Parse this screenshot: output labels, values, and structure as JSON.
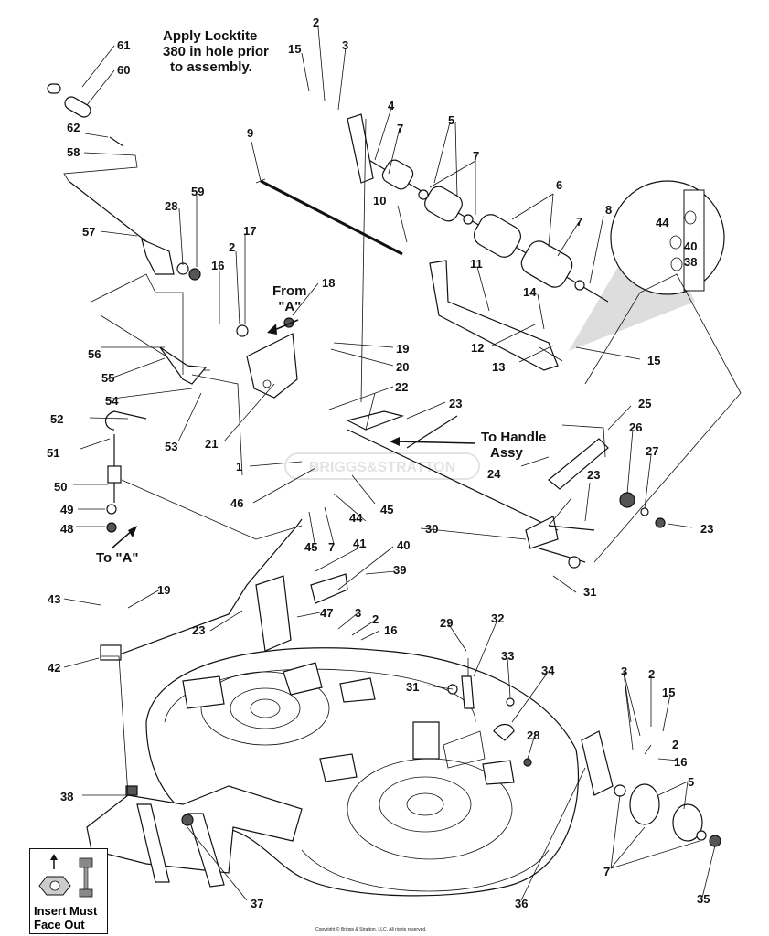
{
  "notes": {
    "locktite": [
      "Apply Locktite",
      "380 in hole prior",
      "to assembly."
    ],
    "from_a": [
      "From",
      "\"A\""
    ],
    "to_a": "To \"A\"",
    "to_handle": [
      "To Handle",
      "Assy"
    ],
    "insert_must": [
      "Insert Must",
      "Face Out"
    ],
    "copyright": "Copyright © Briggs & Stratton, LLC. All rights reserved.",
    "watermark": "BRIGGS&STRATTON"
  },
  "callouts": [
    {
      "id": "c61",
      "text": "61"
    },
    {
      "id": "c60",
      "text": "60"
    },
    {
      "id": "c62",
      "text": "62"
    },
    {
      "id": "c58",
      "text": "58"
    },
    {
      "id": "c57",
      "text": "57"
    },
    {
      "id": "c28a",
      "text": "28"
    },
    {
      "id": "c59",
      "text": "59"
    },
    {
      "id": "c2a",
      "text": "2"
    },
    {
      "id": "c17",
      "text": "17"
    },
    {
      "id": "c16a",
      "text": "16"
    },
    {
      "id": "c18",
      "text": "18"
    },
    {
      "id": "c9",
      "text": "9"
    },
    {
      "id": "c2b",
      "text": "2"
    },
    {
      "id": "c15a",
      "text": "15"
    },
    {
      "id": "c3a",
      "text": "3"
    },
    {
      "id": "c4",
      "text": "4"
    },
    {
      "id": "c7a",
      "text": "7"
    },
    {
      "id": "c5a",
      "text": "5"
    },
    {
      "id": "c7b",
      "text": "7"
    },
    {
      "id": "c10",
      "text": "10"
    },
    {
      "id": "c6",
      "text": "6"
    },
    {
      "id": "c7c",
      "text": "7"
    },
    {
      "id": "c8",
      "text": "8"
    },
    {
      "id": "c44a",
      "text": "44"
    },
    {
      "id": "c40a",
      "text": "40"
    },
    {
      "id": "c38a",
      "text": "38"
    },
    {
      "id": "c11",
      "text": "11"
    },
    {
      "id": "c14",
      "text": "14"
    },
    {
      "id": "c12",
      "text": "12"
    },
    {
      "id": "c13",
      "text": "13"
    },
    {
      "id": "c15b",
      "text": "15"
    },
    {
      "id": "c56",
      "text": "56"
    },
    {
      "id": "c55",
      "text": "55"
    },
    {
      "id": "c54",
      "text": "54"
    },
    {
      "id": "c53",
      "text": "53"
    },
    {
      "id": "c52",
      "text": "52"
    },
    {
      "id": "c51",
      "text": "51"
    },
    {
      "id": "c50",
      "text": "50"
    },
    {
      "id": "c49",
      "text": "49"
    },
    {
      "id": "c48",
      "text": "48"
    },
    {
      "id": "c19a",
      "text": "19"
    },
    {
      "id": "c20",
      "text": "20"
    },
    {
      "id": "c21",
      "text": "21"
    },
    {
      "id": "c22",
      "text": "22"
    },
    {
      "id": "c23a",
      "text": "23"
    },
    {
      "id": "c25",
      "text": "25"
    },
    {
      "id": "c26",
      "text": "26"
    },
    {
      "id": "c27",
      "text": "27"
    },
    {
      "id": "c24",
      "text": "24"
    },
    {
      "id": "c23b",
      "text": "23"
    },
    {
      "id": "c23c",
      "text": "23"
    },
    {
      "id": "c1",
      "text": "1"
    },
    {
      "id": "c46",
      "text": "46"
    },
    {
      "id": "c45a",
      "text": "45"
    },
    {
      "id": "c44b",
      "text": "44"
    },
    {
      "id": "c30",
      "text": "30"
    },
    {
      "id": "c45b",
      "text": "45"
    },
    {
      "id": "c7d",
      "text": "7"
    },
    {
      "id": "c41",
      "text": "41"
    },
    {
      "id": "c40b",
      "text": "40"
    },
    {
      "id": "c39",
      "text": "39"
    },
    {
      "id": "c31a",
      "text": "31"
    },
    {
      "id": "c43",
      "text": "43"
    },
    {
      "id": "c19b",
      "text": "19"
    },
    {
      "id": "c23d",
      "text": "23"
    },
    {
      "id": "c47",
      "text": "47"
    },
    {
      "id": "c3b",
      "text": "3"
    },
    {
      "id": "c2c",
      "text": "2"
    },
    {
      "id": "c16b",
      "text": "16"
    },
    {
      "id": "c42",
      "text": "42"
    },
    {
      "id": "c29",
      "text": "29"
    },
    {
      "id": "c32",
      "text": "32"
    },
    {
      "id": "c33",
      "text": "33"
    },
    {
      "id": "c31b",
      "text": "31"
    },
    {
      "id": "c34",
      "text": "34"
    },
    {
      "id": "c28b",
      "text": "28"
    },
    {
      "id": "c3c",
      "text": "3"
    },
    {
      "id": "c2d",
      "text": "2"
    },
    {
      "id": "c15c",
      "text": "15"
    },
    {
      "id": "c2e",
      "text": "2"
    },
    {
      "id": "c16c",
      "text": "16"
    },
    {
      "id": "c5b",
      "text": "5"
    },
    {
      "id": "c38b",
      "text": "38"
    },
    {
      "id": "c37",
      "text": "37"
    },
    {
      "id": "c36",
      "text": "36"
    },
    {
      "id": "c7e",
      "text": "7"
    },
    {
      "id": "c35",
      "text": "35"
    }
  ]
}
